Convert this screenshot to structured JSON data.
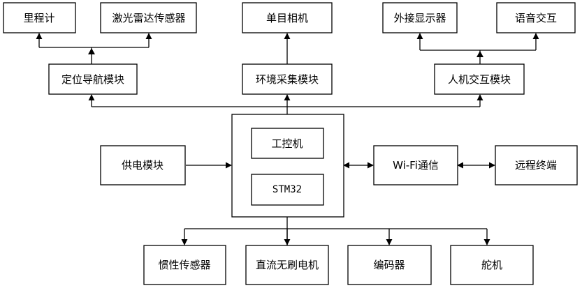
{
  "boxes": {
    "odometer": "里程计",
    "lidar": "激光雷达传感器",
    "camera": "单目相机",
    "display": "外接显示器",
    "voice": "语音交互",
    "nav": "定位导航模块",
    "env": "环境采集模块",
    "hci": "人机交互模块",
    "ipc": "工控机",
    "stm32": "STM32",
    "power": "供电模块",
    "wifi": "Wi-Fi通信",
    "remote": "远程终端",
    "imu": "惯性传感器",
    "motor": "直流无刷电机",
    "encoder": "编码器",
    "servo": "舵机"
  }
}
